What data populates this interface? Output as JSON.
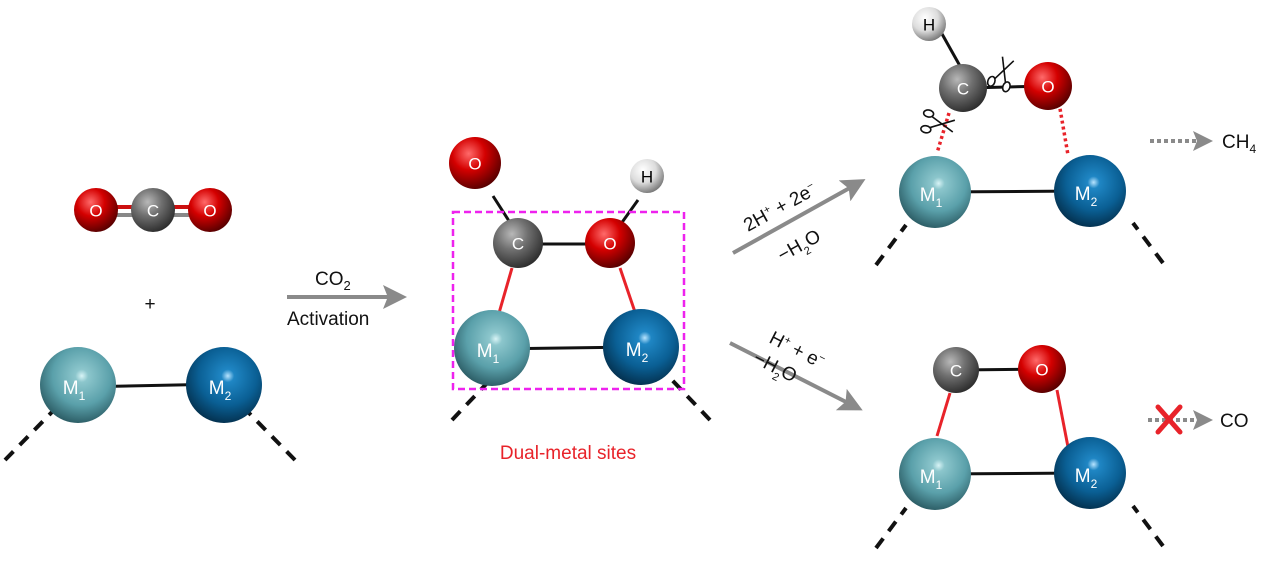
{
  "title": "CO2 activation and reduction at dual-metal sites",
  "colors": {
    "oxygen": "#d40000",
    "carbon": "#707070",
    "hydrogen": "#e8e8e8",
    "metal1": "#5aa6b0",
    "metal2": "#0a5f94",
    "bond_red": "#e8232a",
    "box": "#ee22ee",
    "arrow": "#8a8a8a",
    "highlight_text": "#e8232a"
  },
  "atoms": {
    "oxygen": "O",
    "carbon": "C",
    "hydrogen": "H",
    "metal1_symbol": "M",
    "metal1_sub": "1",
    "metal2_symbol": "M",
    "metal2_sub": "2"
  },
  "reactants": {
    "molecule": "CO2",
    "plus": "+"
  },
  "step1": {
    "label_top": "CO",
    "label_top_sub": "2",
    "label_bottom": "Activation"
  },
  "intermediate": {
    "caption": "Dual-metal sites"
  },
  "pathway_methane": {
    "condition_top_a": "2H",
    "condition_top_sup1": "+",
    "condition_top_b": " + 2e",
    "condition_top_sup2": "−",
    "condition_bottom_a": "−H",
    "condition_bottom_sub": "2",
    "condition_bottom_b": "O",
    "product": "CH",
    "product_sub": "4"
  },
  "pathway_co": {
    "condition_top_a": "H",
    "condition_top_sup1": "+",
    "condition_top_b": " + e",
    "condition_top_sup2": "−",
    "condition_bottom_a": "−H",
    "condition_bottom_sub": "2",
    "condition_bottom_b": "O",
    "product": "CO",
    "blocked": true
  }
}
